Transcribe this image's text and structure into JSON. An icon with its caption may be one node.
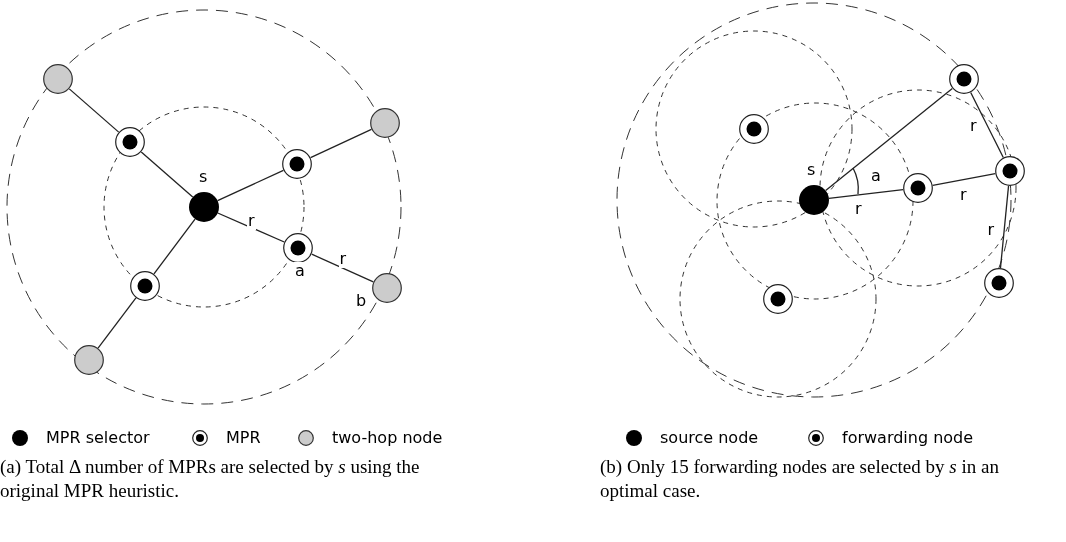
{
  "diagram": {
    "nodes": [
      {
        "text": [],
        "shape": "circle",
        "beside": [
          "s"
        ]
      },
      {
        "text": [],
        "shape": "circle"
      },
      {
        "text": [],
        "shape": "circle"
      },
      {
        "text": [],
        "shape": "circle",
        "beside": [
          "a"
        ]
      },
      {
        "text": [],
        "shape": "circle"
      },
      {
        "text": [],
        "shape": "circle"
      },
      {
        "text": [],
        "shape": "circle"
      },
      {
        "text": [],
        "shape": "circle",
        "beside": [
          "b"
        ]
      },
      {
        "text": [],
        "shape": "circle"
      },
      {
        "text": [],
        "shape": "circle",
        "beside": [
          "s"
        ]
      },
      {
        "text": [],
        "shape": "circle"
      },
      {
        "text": [],
        "shape": "circle"
      },
      {
        "text": [],
        "shape": "circle"
      },
      {
        "text": [],
        "shape": "circle"
      },
      {
        "text": [],
        "shape": "circle"
      },
      {
        "text": [],
        "shape": "circle"
      }
    ],
    "edges": [
      {
        "from": 0,
        "to": 1,
        "arrow": "none"
      },
      {
        "from": 0,
        "to": 2,
        "arrow": "none"
      },
      {
        "from": 0,
        "to": 3,
        "label": "r",
        "arrow": "none"
      },
      {
        "from": 0,
        "to": 4,
        "arrow": "none"
      },
      {
        "from": 1,
        "to": 5,
        "arrow": "none"
      },
      {
        "from": 2,
        "to": 6,
        "arrow": "none"
      },
      {
        "from": 3,
        "to": 7,
        "label": "r",
        "arrow": "none"
      },
      {
        "from": 4,
        "to": 8,
        "arrow": "none"
      },
      {
        "from": 9,
        "to": 10,
        "arrow": "none"
      },
      {
        "from": 9,
        "to": 12,
        "label": "r",
        "arrow": "none"
      },
      {
        "from": 12,
        "to": 13,
        "label": "r",
        "arrow": "none"
      },
      {
        "from": 10,
        "to": 13,
        "label": "r",
        "arrow": "none"
      },
      {
        "from": 13,
        "to": 15,
        "label": "r",
        "arrow": "none"
      }
    ],
    "labels": [
      "a",
      "(a) Total Δ number of MPRs are selected by *s* using the original MPR heuristic.",
      "(b) Only 15 forwarding nodes are selected by *s* in an optimal case."
    ],
    "legend": [
      {
        "text": "MPR selector"
      },
      {
        "text": "MPR"
      },
      {
        "text": "two-hop node"
      },
      {
        "text": "source node"
      },
      {
        "text": "forwarding node"
      }
    ]
  }
}
